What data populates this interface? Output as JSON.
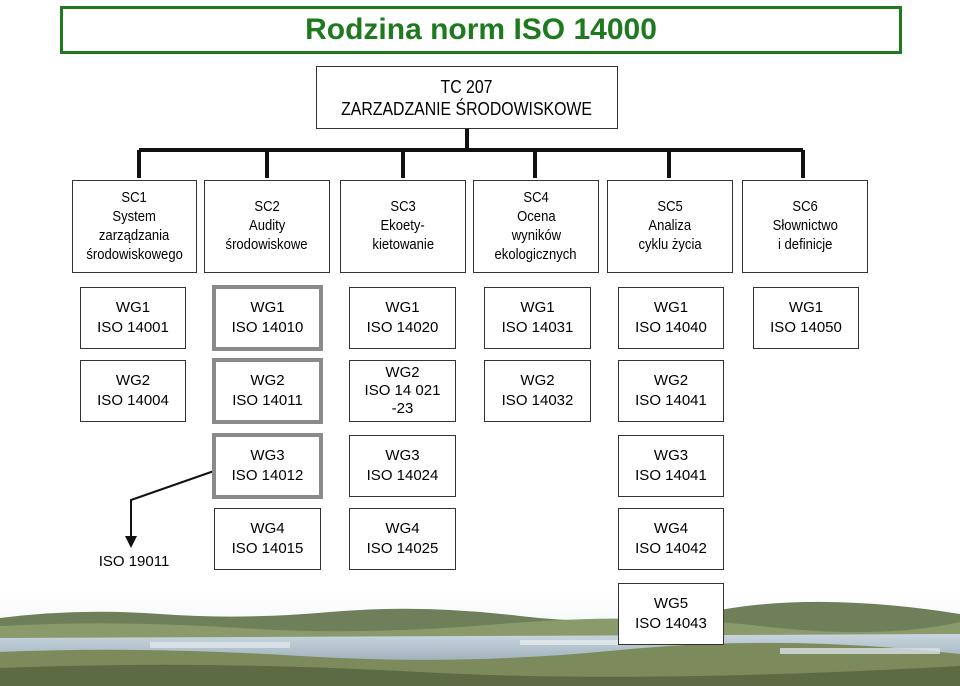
{
  "title": "Rodzina norm ISO 14000",
  "tc": {
    "line1": "TC 207",
    "line2": "ZARZADZANIE ŚRODOWISKOWE"
  },
  "subcommittees": [
    {
      "lines": [
        "SC1",
        "System",
        "zarządzania",
        "środowiskowego"
      ]
    },
    {
      "lines": [
        "SC2",
        "Audity",
        "środowiskowe"
      ]
    },
    {
      "lines": [
        "SC3",
        "Ekoety-",
        "kietowanie"
      ]
    },
    {
      "lines": [
        "SC4",
        "Ocena",
        "wyników",
        "ekologicznych"
      ]
    },
    {
      "lines": [
        "SC5",
        "Analiza",
        "cyklu życia"
      ]
    },
    {
      "lines": [
        "SC6",
        "Słownictwo",
        "i definicje"
      ]
    }
  ],
  "working_groups": {
    "col1": [
      {
        "lines": [
          "WG1",
          "ISO 14001"
        ]
      },
      {
        "lines": [
          "WG2",
          "ISO 14004"
        ]
      }
    ],
    "col2": [
      {
        "lines": [
          "WG1",
          "ISO 14010"
        ]
      },
      {
        "lines": [
          "WG2",
          "ISO 14011"
        ]
      },
      {
        "lines": [
          "WG3",
          "ISO 14012"
        ]
      },
      {
        "lines": [
          "WG4",
          "ISO 14015"
        ]
      }
    ],
    "col3": [
      {
        "lines": [
          "WG1",
          "ISO 14020"
        ]
      },
      {
        "lines": [
          "WG2",
          "ISO 14 021",
          "-23"
        ]
      },
      {
        "lines": [
          "WG3",
          "ISO 14024"
        ]
      },
      {
        "lines": [
          "WG4",
          "ISO 14025"
        ]
      }
    ],
    "col4": [
      {
        "lines": [
          "WG1",
          "ISO 14031"
        ]
      },
      {
        "lines": [
          "WG2",
          "ISO 14032"
        ]
      }
    ],
    "col5": [
      {
        "lines": [
          "WG1",
          "ISO 14040"
        ]
      },
      {
        "lines": [
          "WG2",
          "ISO 14041"
        ]
      },
      {
        "lines": [
          "WG3",
          "ISO 14041"
        ]
      },
      {
        "lines": [
          "WG4",
          "ISO 14042"
        ]
      },
      {
        "lines": [
          "WG5",
          "ISO 14043"
        ]
      }
    ],
    "col6": [
      {
        "lines": [
          "WG1",
          "ISO 14050"
        ]
      }
    ]
  },
  "related_standard": "ISO 19011",
  "colors": {
    "title_green": "#1f7a1f",
    "connector": "#111111",
    "highlight_border": "#8a8a8a"
  }
}
